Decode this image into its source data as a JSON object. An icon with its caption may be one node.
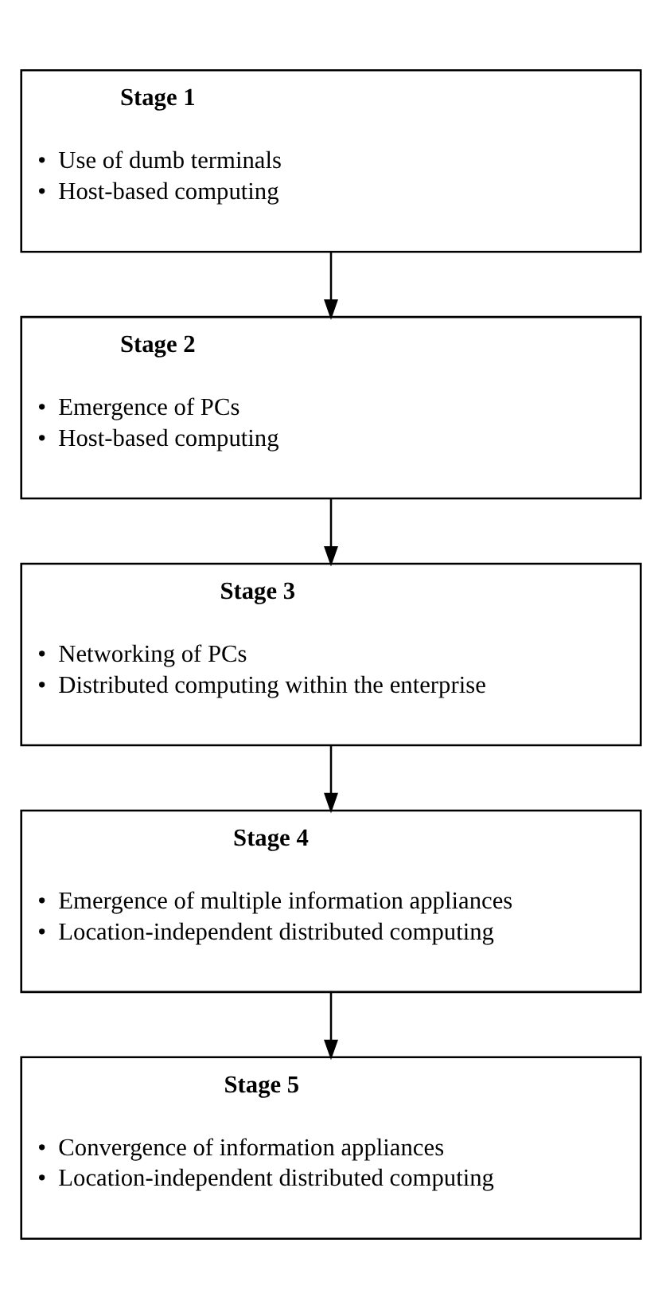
{
  "diagram": {
    "nodes": [
      {
        "text": [
          "Stage 1",
          "•  Use of dumb terminals",
          "•  Host-based computing"
        ]
      },
      {
        "text": [
          "Stage 2",
          "•  Emergence of PCs",
          "•  Host-based computing"
        ]
      },
      {
        "text": [
          "Stage 3",
          "•  Networking of PCs",
          "•  Distributed computing within the enterprise"
        ]
      },
      {
        "text": [
          "Stage 4",
          "•  Emergence of multiple information appliances",
          "•  Location-independent distributed computing"
        ]
      },
      {
        "text": [
          "Stage 5",
          "•  Convergence of information appliances",
          "•  Location-independent distributed computing"
        ]
      }
    ],
    "edges": [
      {
        "from": 0,
        "to": 1,
        "arrow": "to"
      },
      {
        "from": 1,
        "to": 2,
        "arrow": "to"
      },
      {
        "from": 2,
        "to": 3,
        "arrow": "to"
      },
      {
        "from": 3,
        "to": 4,
        "arrow": "to"
      }
    ]
  }
}
